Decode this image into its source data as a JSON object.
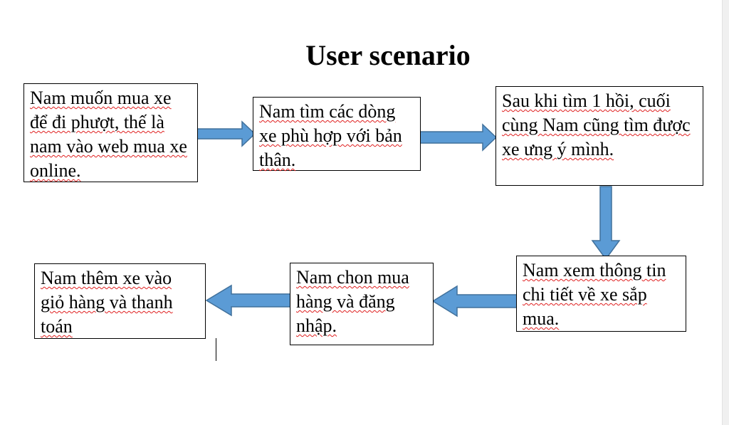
{
  "title": "User scenario",
  "colors": {
    "arrow_fill": "#5b9bd5",
    "arrow_stroke": "#41719c",
    "spellcheck_underline": "#e02020"
  },
  "steps": [
    {
      "id": 1,
      "text": "Nam muốn mua xe để đi phượt, thế là nam vào web mua xe online."
    },
    {
      "id": 2,
      "text": "Nam tìm các dòng xe phù hợp với bản thân."
    },
    {
      "id": 3,
      "text": "Sau khi tìm 1 hồi, cuối cùng Nam cũng tìm được xe ưng ý mình."
    },
    {
      "id": 4,
      "text": "Nam xem thông tin chi tiết về xe sắp mua."
    },
    {
      "id": 5,
      "text": "Nam chon mua hàng và đăng nhập."
    },
    {
      "id": 6,
      "text": "Nam thêm xe vào giỏ hàng và thanh toán"
    }
  ],
  "flow": [
    {
      "from": 1,
      "to": 2,
      "direction": "right"
    },
    {
      "from": 2,
      "to": 3,
      "direction": "right"
    },
    {
      "from": 3,
      "to": 4,
      "direction": "down"
    },
    {
      "from": 4,
      "to": 5,
      "direction": "left"
    },
    {
      "from": 5,
      "to": 6,
      "direction": "left"
    }
  ]
}
